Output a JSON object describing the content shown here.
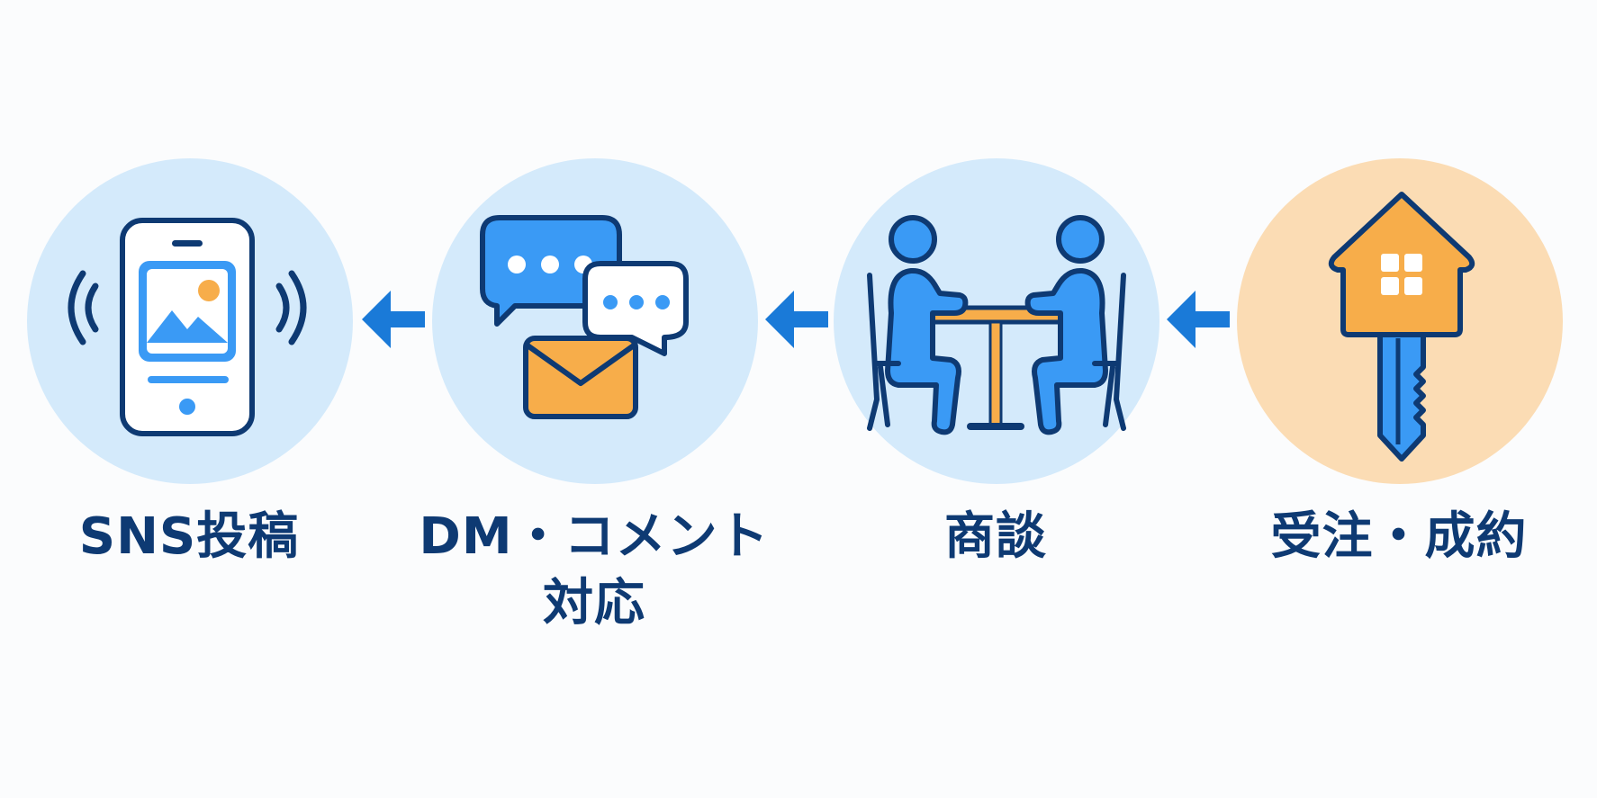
{
  "steps": [
    {
      "label": "SNS投稿",
      "icon": "smartphone-post-icon",
      "circle_color": "#d4eafb"
    },
    {
      "label": "DM・コメント\n対応",
      "icon": "chat-bubbles-mail-icon",
      "circle_color": "#d4eafb"
    },
    {
      "label": "商談",
      "icon": "meeting-table-icon",
      "circle_color": "#d4eafb"
    },
    {
      "label": "受注・成約",
      "icon": "house-key-icon",
      "circle_color": "#fbdcb4"
    }
  ],
  "arrow_direction": "left",
  "colors": {
    "accent_blue": "#3a9af5",
    "arrow_blue": "#1a7ad8",
    "outline_navy": "#0e3a73",
    "orange": "#f7ad4a",
    "light_blue_circle": "#d4eafb",
    "light_orange_circle": "#fbdcb4"
  }
}
